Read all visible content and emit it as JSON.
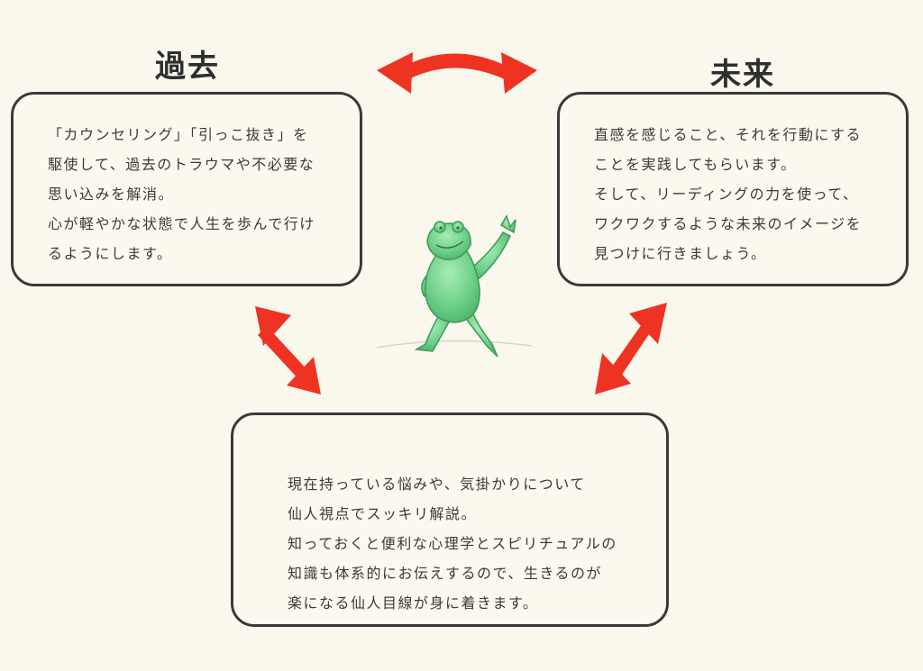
{
  "past": {
    "title": "過去",
    "lines": [
      "「カウンセリング」「引っこ抜き」を",
      "駆使して、過去のトラウマや不必要な",
      "思い込みを解消。",
      "心が軽やかな状態で人生を歩んで行け",
      "るようにします。"
    ]
  },
  "future": {
    "title": "未来",
    "lines": [
      "直感を感じること、それを行動にする",
      "ことを実践してもらいます。",
      "そして、リーディングの力を使って、",
      "ワクワクするような未来のイメージを",
      "見つけに行きましょう。"
    ]
  },
  "present": {
    "title": "現在",
    "lines": [
      "現在持っている悩みや、気掛かりについて",
      "仙人視点でスッキリ解説。",
      "知っておくと便利な心理学とスピリチュアルの",
      "知識も体系的にお伝えするので、生きるのが",
      "楽になる仙人目線が身に着きます。"
    ]
  },
  "colors": {
    "arrow": "#ee3322",
    "frog": "#6fd08a",
    "border": "#3a3a3a",
    "background": "#faf8ec"
  },
  "icons": {
    "character": "frog-icon",
    "arrow": "double-arrow-icon"
  }
}
